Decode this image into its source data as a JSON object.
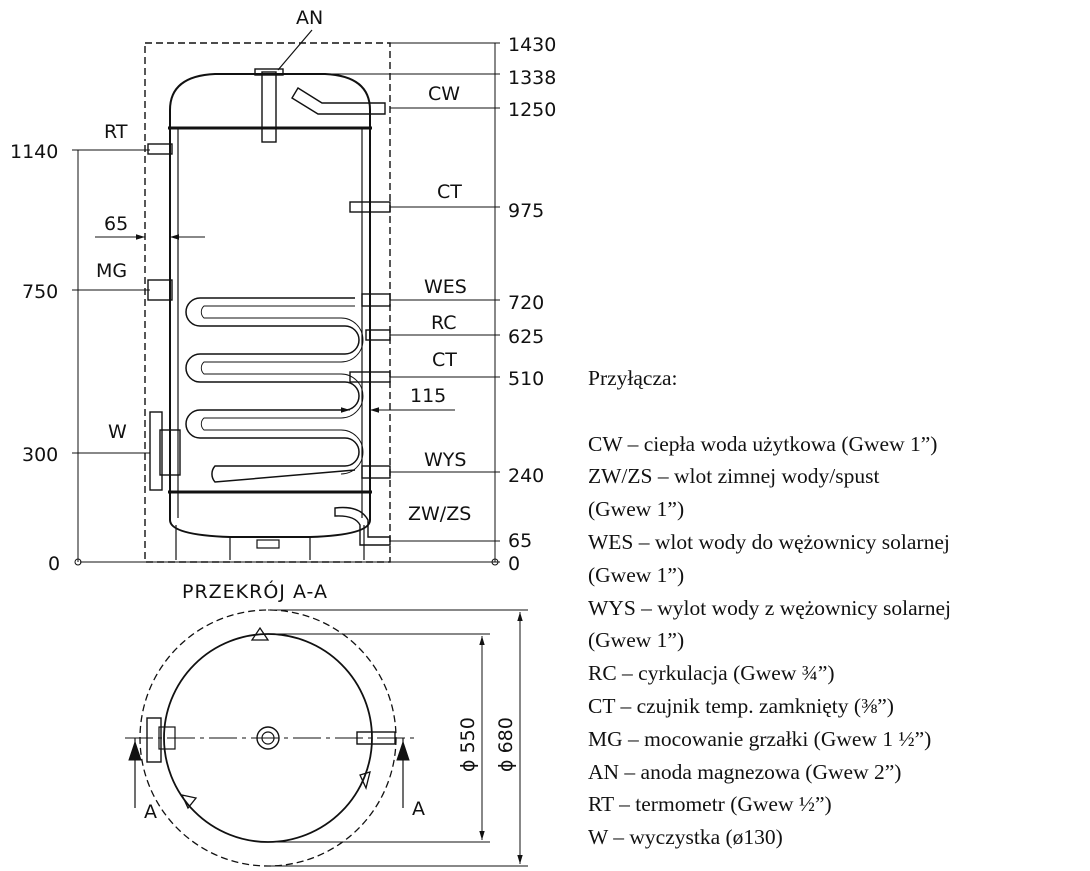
{
  "labels": {
    "an": "AN",
    "cw": "CW",
    "rt": "RT",
    "ct_top": "CT",
    "mg": "MG",
    "wes": "WES",
    "rc": "RC",
    "ct_mid": "CT",
    "w": "W",
    "wys": "WYS",
    "zwzs": "ZW/ZS",
    "section_title": "PRZEKRÓJ A-A",
    "cut_left": "A",
    "cut_right": "A"
  },
  "dims_right": [
    "1430",
    "1338",
    "1250",
    "975",
    "720",
    "625",
    "510",
    "240",
    "65",
    "0"
  ],
  "dims_left": [
    "1140",
    "750",
    "300",
    "0"
  ],
  "dim_65": "65",
  "dim_115": "115",
  "dia_550": "ϕ 550",
  "dia_680": "ϕ 680",
  "legend": {
    "title": "Przyłącza:",
    "items": [
      "CW – ciepła woda użytkowa (Gwew 1”)",
      "ZW/ZS – wlot zimnej wody/spust",
      "(Gwew 1”)",
      "WES – wlot wody do wężownicy solarnej",
      "(Gwew 1”)",
      "WYS – wylot wody z wężownicy solarnej",
      "(Gwew 1”)",
      "RC – cyrkulacja (Gwew ¾”)",
      "CT – czujnik temp. zamknięty (⅜”)",
      "MG – mocowanie grzałki (Gwew 1 ½”)",
      "AN – anoda magnezowa (Gwew 2”)",
      "RT – termometr (Gwew ½”)",
      "W – wyczystka (ø130)"
    ]
  }
}
